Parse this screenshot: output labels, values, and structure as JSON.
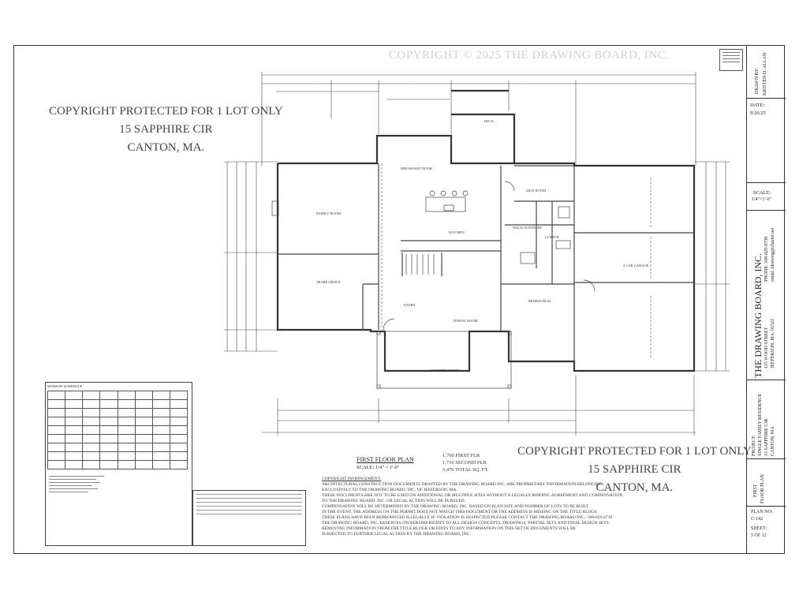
{
  "watermark": "COPYRIGHT © 2025 THE DRAWING BOARD, INC.",
  "copyright_block_left": {
    "line1": "COPYRIGHT PROTECTED FOR 1 LOT ONLY",
    "line2": "15 SAPPHIRE CIR",
    "line3": "CANTON, MA."
  },
  "copyright_block_right": {
    "line1": "COPYRIGHT PROTECTED FOR 1 LOT ONLY",
    "line2": "15 SAPPHIRE CIR",
    "line3": "CANTON, MA."
  },
  "plan_title": "FIRST FLOOR PLAN",
  "plan_scale": "SCALE: 1/4\" = 1'-0\"",
  "areas": {
    "first": "1,760 FIRST FLR",
    "second": "1,716 SECOND FLR",
    "total": "3,476 TOTAL SQ. FT."
  },
  "rooms": {
    "family_room": "FAMILY ROOM",
    "home_office": "HOME OFFICE",
    "breakfast_nook": "BREAKFAST NOOK",
    "kitchen": "KITCHEN",
    "mud_room": "MUD ROOM",
    "walk_in_pantry": "WALK IN PANTRY",
    "half_bath": "1/2 BATH",
    "garage": "2 CAR GARAGE",
    "dining_room": "DINING ROOM",
    "entry": "ENTRY",
    "bedroom": "BEDROOM #5",
    "covered_porch": "COVERED PORCH",
    "deck": "DECK"
  },
  "window_schedule_title": "WINDOW SCHEDULE",
  "copyright_notice": {
    "title": "COPYRIGHT INFRINGEMENT:",
    "lines": [
      "ARCHITECTURAL CONSTRUCTION DOCUMENTS DRAFTED BY THE DRAWING BOARD INC. ARE PROPRIETARY INFORMATION BELONGING",
      "EXCLUSIVELY TO THE DRAWING BOARD, INC. OF JEFFERSON, MA.",
      "THESE DOCUMENTS ARE NOT TO BE USED ON ADDITIONAL OR MULTIPLE SITES WITHOUT A LEGALLY BINDING AGREEMENT AND COMPENSATION",
      "TO THE DRAWING BOARD, INC. OR LEGAL ACTION WILL BE PURSUED.",
      "COMPENSATION WILL BE DETERMINED BY THE DRAWING BOARD, INC. BASED ON PLAN SIZE AND NUMBER OF LOTS TO BE BUILT.",
      "IN THE EVENT, THE ADDRESS ON THE PERMIT DOES NOT MATCH THIS DOCUMENT OR THE ADDRESS IS MISSING ON THE TITLE BLOCK",
      "THESE PLANS HAVE BEEN REPRODUCED ILLEGALLY. IF VIOLATION IS SUSPECTED PLEASE CONTACT THE DRAWING BOARD INC.: 508-829-8738",
      "THE DRAWING BOARD, INC. RESERVES OWNERSHIP RIGHTS TO ALL DESIGN CONCEPTS, DRAWINGS, PARTIAL SETS AND FINAL DESIGN SETS.",
      "REMOVING INFORMATION FROM THE TITLE BLOCK OR EDITS TO ANY INFORMATION ON THIS SET OF DOCUMENTS WILL BE",
      "SUBJECTED TO FURTHER LEGAL ACTION BY THE DRAWING BOARD, INC."
    ]
  },
  "title_block": {
    "drawn_by_label": "DRAWN BY:",
    "drawn_by": "KRISTEN D. ALLAN",
    "date_label": "DATE:",
    "date": "9/26/25",
    "scale_label": "SCALE:",
    "scale": "1/4\"=1'-0\"",
    "company": "THE DRAWING BOARD, INC.",
    "address1": "115 WOOD STREET",
    "address2": "JEFFERSON, MA. 01522",
    "phone": "PHONE: 508-829-8738",
    "email": "email: tdrawing@charter.net",
    "project_label": "PROJECT:",
    "project_name": "SINGLE FAMILY RESIDENCE",
    "project_addr1": "15 SAPPHIRE CIR",
    "project_addr2": "CANTON, MA",
    "sheet_title1": "FIRST",
    "sheet_title2": "FLOOR PLAN",
    "plan_no_label": "PLAN NO:",
    "plan_no": "C-142",
    "sheet_label": "SHEET:",
    "sheet": "5 OF 12"
  }
}
